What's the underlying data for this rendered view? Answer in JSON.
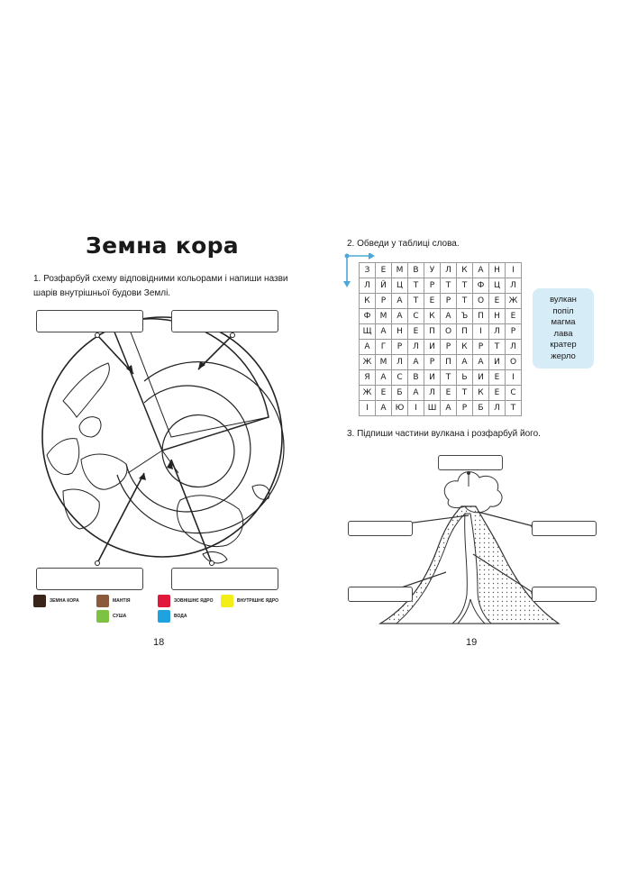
{
  "left_page": {
    "title": "Земна кора",
    "task1": "1. Розфарбуй схему відповідними кольорами і напиши назви шарів внутрішньої будови Землі.",
    "legend": [
      {
        "label": "ЗЕМНА КОРА",
        "color": "#3a2419"
      },
      {
        "label": "МАНТІЯ",
        "color": "#8b5a3c"
      },
      {
        "label": "СУША",
        "color": "#7dc242"
      },
      {
        "label": "ЗОВНІШНЄ ЯДРО",
        "color": "#e0183c"
      },
      {
        "label": "ВОДА",
        "color": "#1fa3e0"
      },
      {
        "label": "ВНУТРІШНЄ ЯДРО",
        "color": "#f2ee16"
      }
    ],
    "page_number": "18"
  },
  "right_page": {
    "task2": "2. Обведи у таблиці слова.",
    "grid": [
      [
        "З",
        "Е",
        "М",
        "В",
        "У",
        "Л",
        "К",
        "А",
        "Н",
        "І"
      ],
      [
        "Л",
        "Й",
        "Ц",
        "Т",
        "Р",
        "Т",
        "Т",
        "Ф",
        "Ц",
        "Л"
      ],
      [
        "К",
        "Р",
        "А",
        "Т",
        "Е",
        "Р",
        "Т",
        "О",
        "Е",
        "Ж"
      ],
      [
        "Ф",
        "М",
        "А",
        "С",
        "К",
        "А",
        "Ъ",
        "П",
        "Н",
        "Е"
      ],
      [
        "Щ",
        "А",
        "Н",
        "Е",
        "П",
        "О",
        "П",
        "І",
        "Л",
        "Р"
      ],
      [
        "А",
        "Г",
        "Р",
        "Л",
        "И",
        "Р",
        "К",
        "Р",
        "Т",
        "Л"
      ],
      [
        "Ж",
        "М",
        "Л",
        "А",
        "Р",
        "П",
        "А",
        "А",
        "И",
        "О"
      ],
      [
        "Я",
        "А",
        "С",
        "В",
        "И",
        "Т",
        "Ь",
        "И",
        "Е",
        "І"
      ],
      [
        "Ж",
        "Е",
        "Б",
        "А",
        "Л",
        "Е",
        "Т",
        "К",
        "Е",
        "С"
      ],
      [
        "І",
        "А",
        "Ю",
        "І",
        "Ш",
        "А",
        "Р",
        "Б",
        "Л",
        "Т"
      ]
    ],
    "words": [
      "вулкан",
      "попіл",
      "магма",
      "лава",
      "кратер",
      "жерло"
    ],
    "task3": "3. Підпиши частини вулкана і розфарбуй його.",
    "page_number": "19",
    "accent_color": "#4aa8d8"
  }
}
